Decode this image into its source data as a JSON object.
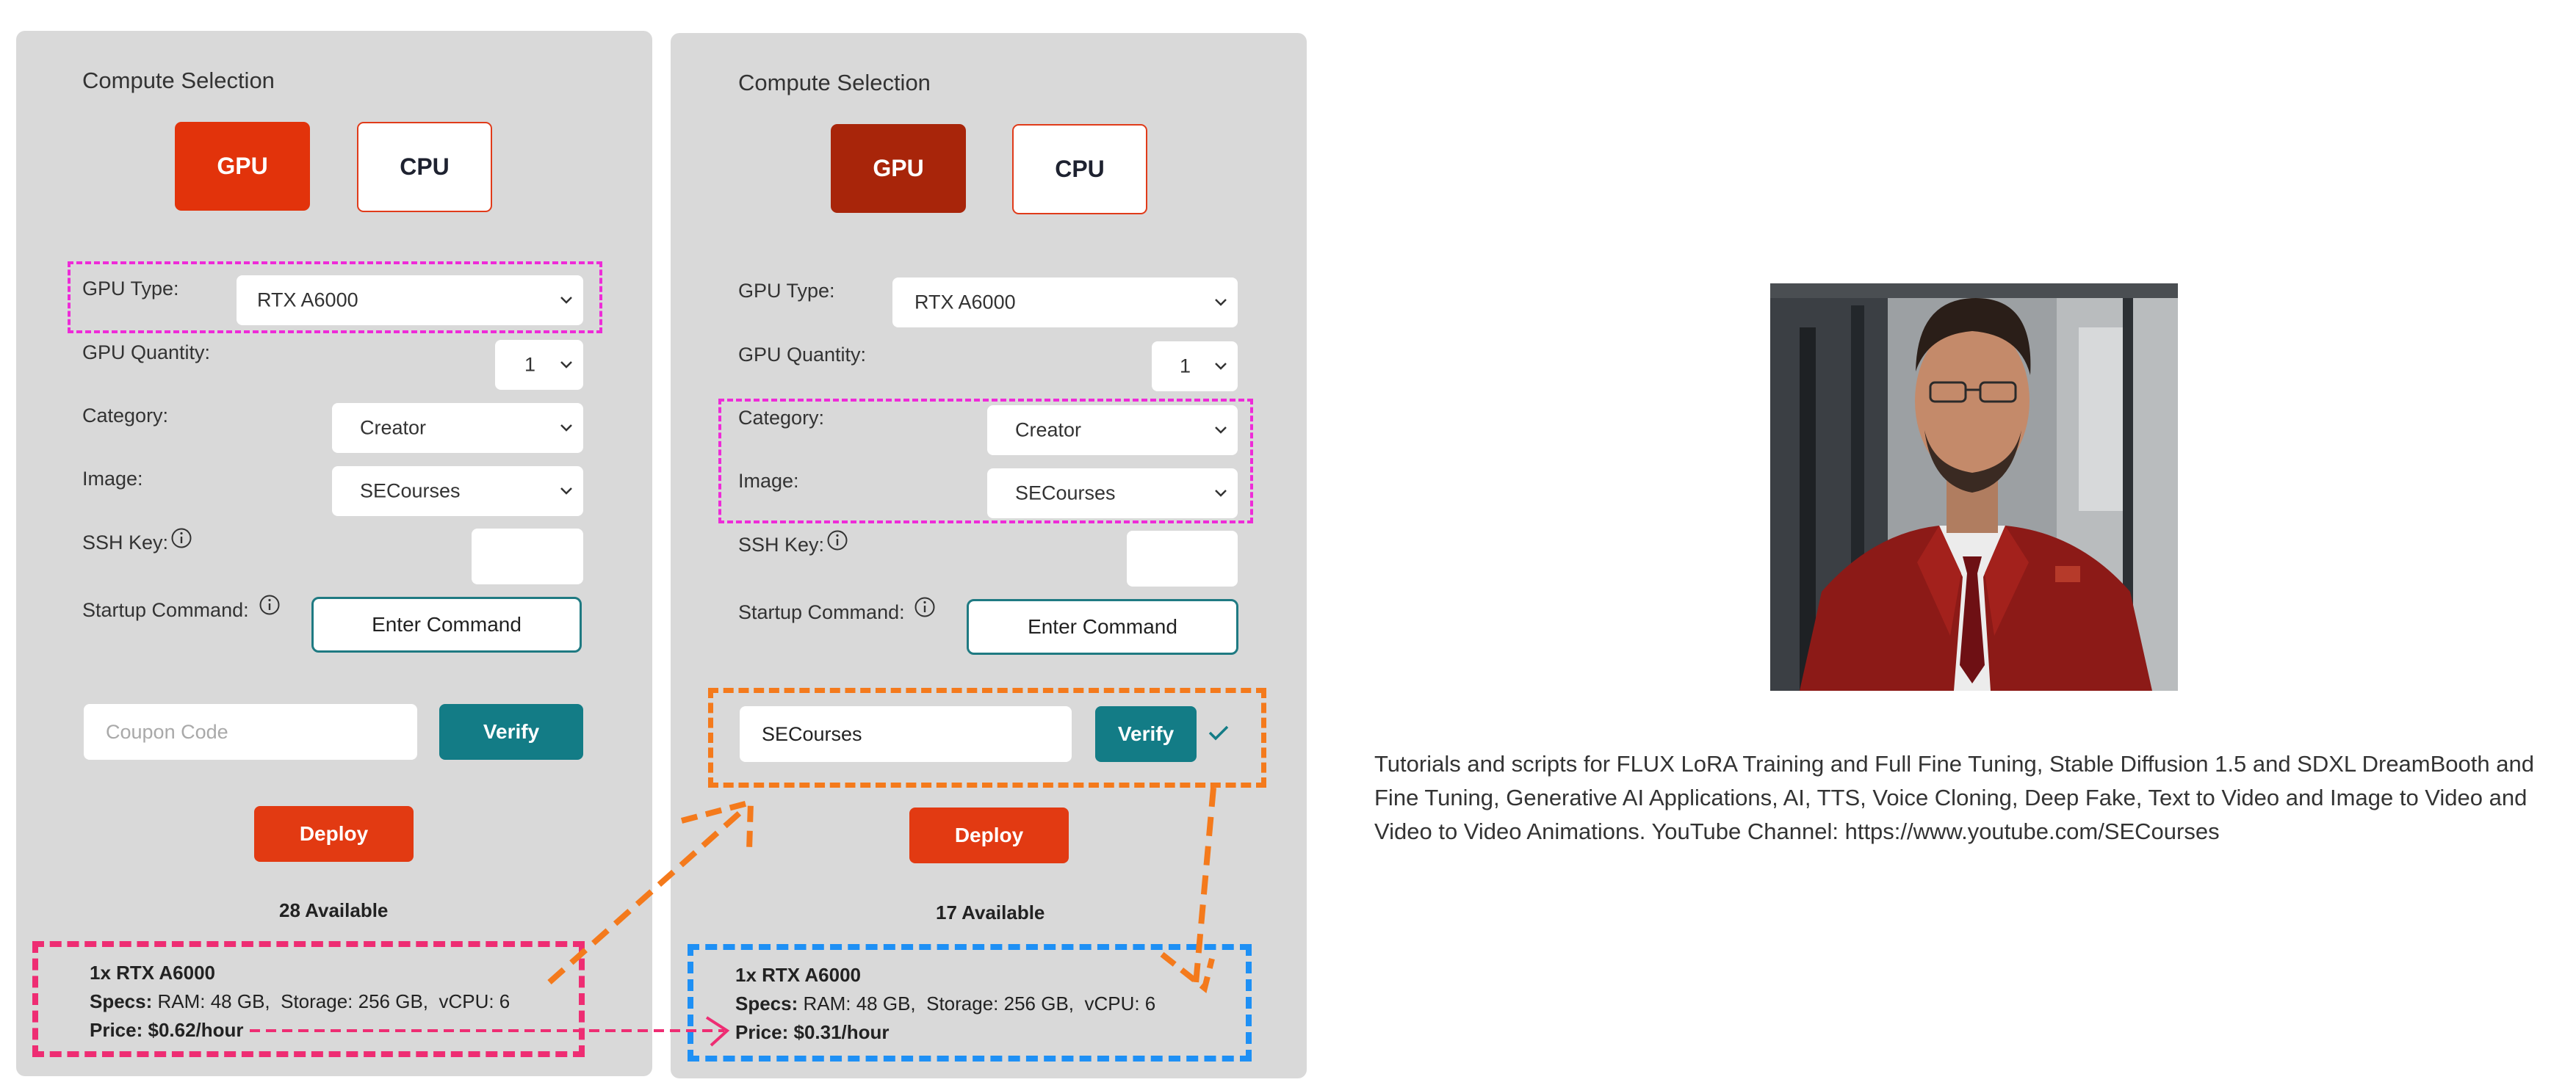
{
  "left_card": {
    "title": "Compute Selection",
    "gpu_label": "GPU",
    "cpu_label": "CPU",
    "gpu_type_label": "GPU Type:",
    "gpu_type_value": "RTX A6000",
    "gpu_quantity_label": "GPU Quantity:",
    "gpu_quantity_value": "1",
    "category_label": "Category:",
    "category_value": "Creator",
    "image_label": "Image:",
    "image_value": "SECourses",
    "ssh_key_label": "SSH Key:",
    "startup_command_label": "Startup Command:",
    "enter_command_label": "Enter Command",
    "coupon_placeholder": "Coupon Code",
    "verify_label": "Verify",
    "deploy_label": "Deploy",
    "available_text": "28 Available",
    "summary_title": "1x RTX A6000",
    "specs_label": "Specs:",
    "specs_value": "RAM: 48 GB,  Storage: 256 GB,  vCPU: 6",
    "price_text": "Price: $0.62/hour"
  },
  "right_card": {
    "title": "Compute Selection",
    "gpu_label": "GPU",
    "cpu_label": "CPU",
    "gpu_type_label": "GPU Type:",
    "gpu_type_value": "RTX A6000",
    "gpu_quantity_label": "GPU Quantity:",
    "gpu_quantity_value": "1",
    "category_label": "Category:",
    "category_value": "Creator",
    "image_label": "Image:",
    "image_value": "SECourses",
    "ssh_key_label": "SSH Key:",
    "startup_command_label": "Startup Command:",
    "enter_command_label": "Enter Command",
    "coupon_value": "SECourses",
    "verify_label": "Verify",
    "deploy_label": "Deploy",
    "available_text": "17 Available",
    "summary_title": "1x RTX A6000",
    "specs_label": "Specs:",
    "specs_value": "RAM: 48 GB,  Storage: 256 GB,  vCPU: 6",
    "price_text": "Price: $0.31/hour"
  },
  "description": "Tutorials and scripts for FLUX LoRA Training and Full Fine Tuning, Stable Diffusion 1.5 and SDXL DreamBooth and Fine Tuning, Generative AI Applications, AI, TTS, Voice Cloning, Deep Fake, Text to Video and Image to Video and Video to Video Animations. YouTube Channel: https://www.youtube.com/SECourses",
  "colors": {
    "panel_bg": "#d9d9d9",
    "gpu_active_left": "#e2330b",
    "gpu_active_right": "#a8250a",
    "teal": "#137c86",
    "deploy": "#e23a12",
    "annotation_magenta": "#ee2bd8",
    "annotation_pink": "#ee2d73",
    "annotation_orange": "#f47a1c",
    "annotation_blue": "#1e90f5"
  },
  "icons": [
    "chevron-down-icon",
    "info-icon",
    "checkmark-icon"
  ]
}
